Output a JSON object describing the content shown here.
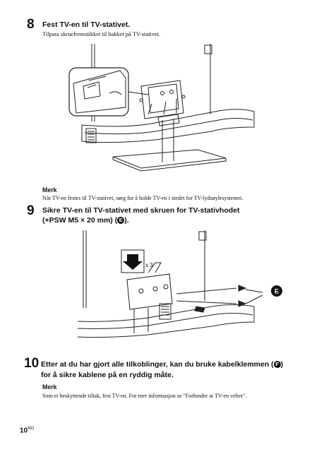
{
  "step8": {
    "number": "8",
    "title": "Fest TV-en til TV-stativet.",
    "body": "Tilpass skruefremstikket til hakket på TV-stativet."
  },
  "note1": {
    "heading": "Merk",
    "text": "Når TV-en festes til TV-stativet, sørg for å holde TV-en i stedet for TV-lydsøylesystemet."
  },
  "step9": {
    "number": "9",
    "title_line1": "Sikre TV-en til TV-stativet med skruen for TV-stativhodet",
    "title_line2_pre": "(+PSW M5 × 20 mm) (",
    "title_line2_post": ").",
    "callout_letter": "E",
    "multiplier": "x 3"
  },
  "step10": {
    "number": "10",
    "title_line1_pre": "Etter at du har gjort alle tilkoblinger, kan du bruke kabelklemmen (",
    "title_line1_post": ")",
    "title_line2": "for å sikre kablene på en ryddig måte.",
    "callout_letter": "F"
  },
  "note2": {
    "heading": "Merk",
    "text": "Som et beskyttende tiltak, fest TV-en. For mer informasjon se \"Forhindre at TV-en velter\"."
  },
  "footer": {
    "page": "10",
    "lang": "NO"
  }
}
